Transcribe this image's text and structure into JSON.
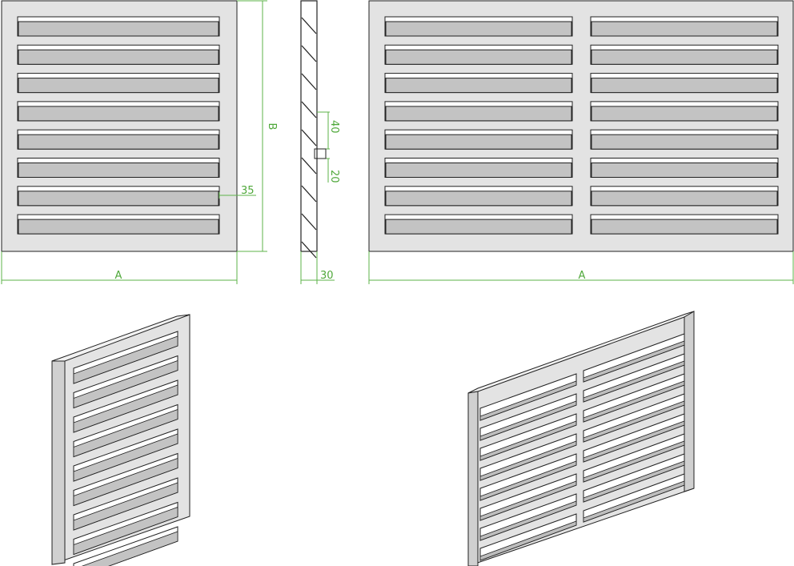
{
  "dimensions": {
    "width_label": "A",
    "height_label": "B",
    "frame_margin": "35",
    "blade_gap": "40",
    "blade_thickness": "20",
    "frame_depth": "30",
    "wide_width_label": "A"
  },
  "views": {
    "single_front_blade_rows": 8,
    "double_front_blade_rows": 8,
    "double_front_columns": 2,
    "single_iso_blade_rows": 9,
    "double_iso_blade_rows": 8
  },
  "colors": {
    "dimension": "#4fa83a",
    "frame_fill": "#e3e3e3",
    "blade_fill": "#c3c3c3",
    "outline": "#222222"
  }
}
